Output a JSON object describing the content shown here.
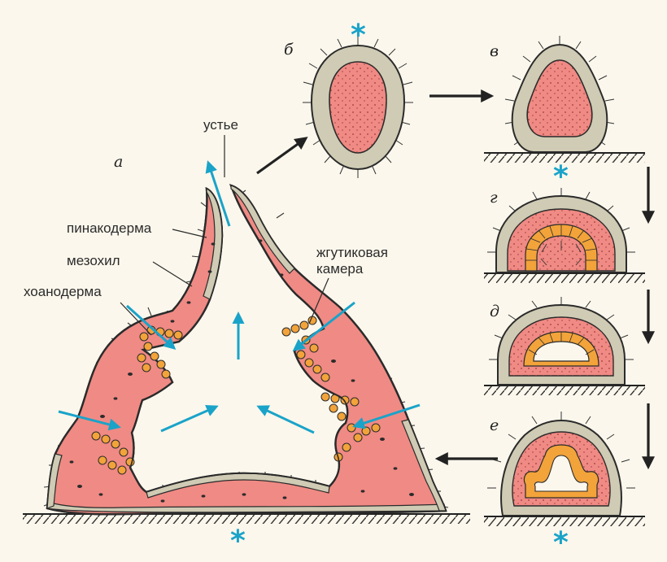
{
  "labels": {
    "ustye": "устье",
    "pinakoderma": "пинакодерма",
    "mezokhil": "мезохил",
    "khoanoderma": "хоанодерма",
    "zhgutikovaya": "жгутиковая",
    "kamera": "камера"
  },
  "panels": {
    "a": "а",
    "b": "б",
    "v": "в",
    "g": "г",
    "d": "д",
    "e": "е"
  },
  "star": "*",
  "colors": {
    "background": "#fbf7ec",
    "mesohyl": "#f08a84",
    "pinacoderm": "#cfcbb4",
    "choanocyte": "#f2a33a",
    "water_arrow": "#1aa3c9",
    "outline": "#2b2b2b"
  }
}
